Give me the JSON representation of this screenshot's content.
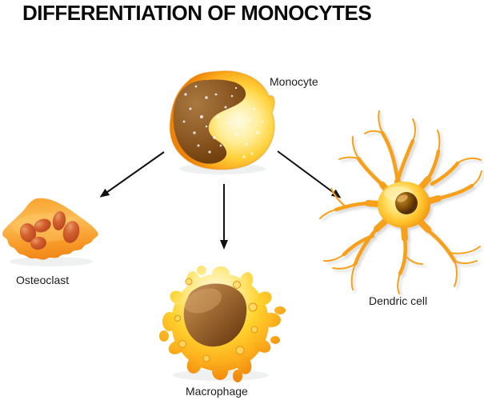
{
  "title": "DIFFERENTIATION OF MONOCYTES",
  "cells": {
    "monocyte": {
      "label": "Monocyte"
    },
    "osteoclast": {
      "label": "Osteoclast"
    },
    "macrophage": {
      "label": "Macrophage"
    },
    "dendritic": {
      "label": "Dendric cell"
    }
  },
  "colors": {
    "background": "#FFFFFF",
    "title_text": "#0A0A0A",
    "label_text": "#1C1C1C",
    "arrow": "#111111",
    "cell_orange": "#F7941D",
    "cell_yellow": "#FFD23B",
    "cell_highlight": "#FFF9DC",
    "nucleus_brown": "#6E3C12",
    "nucleus_tan": "#A87840",
    "osteoclast_nucleus": "#C24E24",
    "dendrite": "#F7A01B"
  }
}
